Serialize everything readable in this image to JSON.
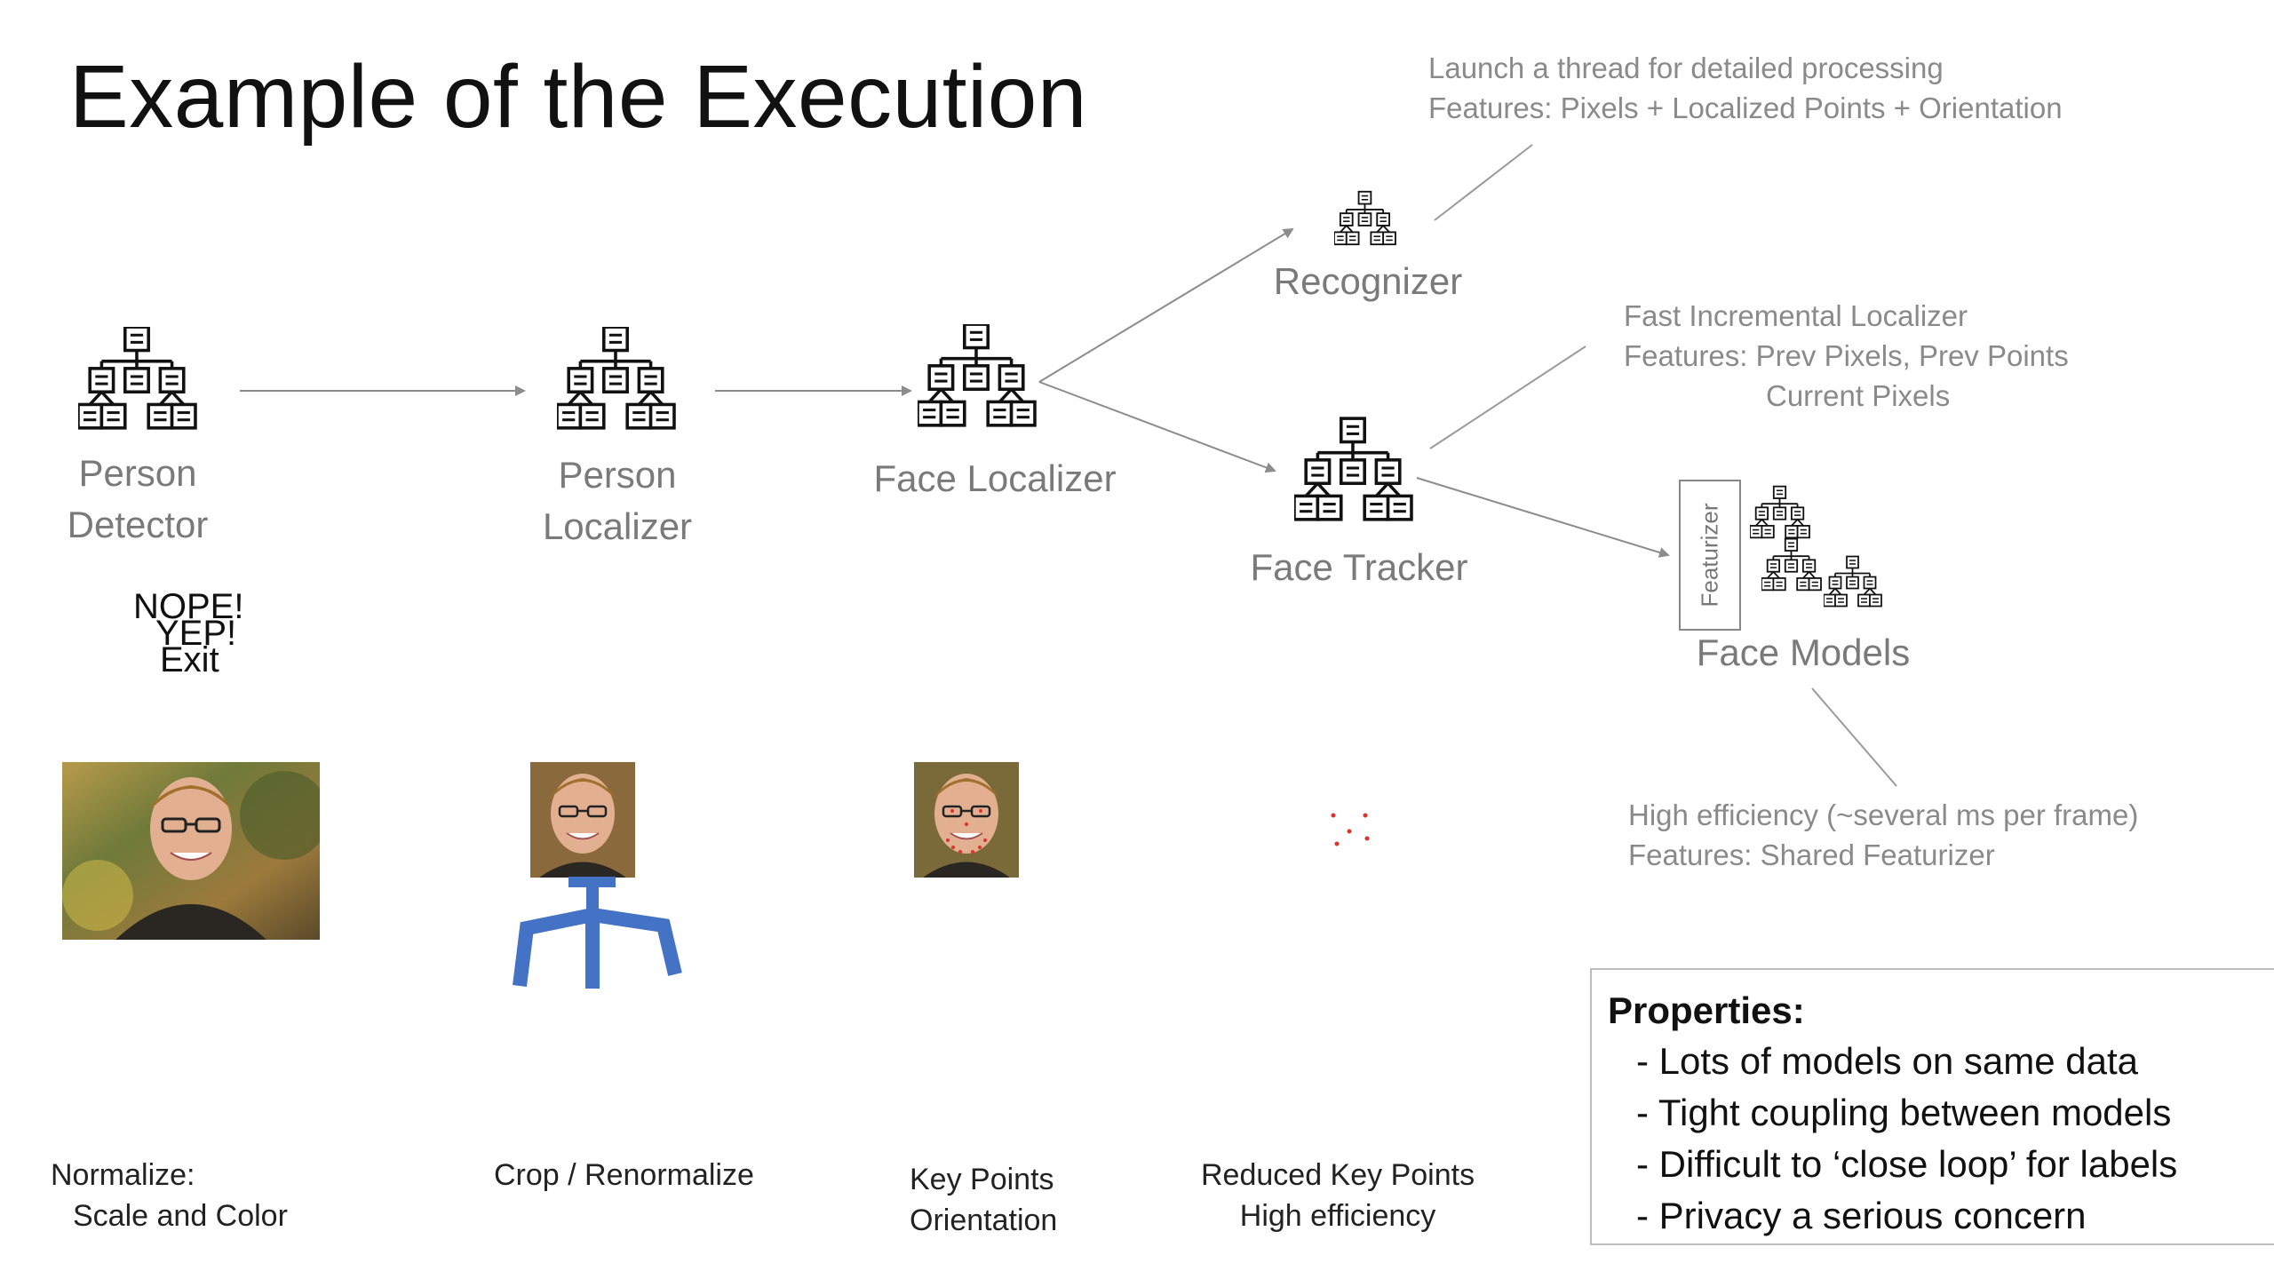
{
  "title": "Example of the Execution",
  "nodes": {
    "person_detector": [
      "Person",
      "Detector"
    ],
    "person_localizer": [
      "Person",
      "Localizer"
    ],
    "face_localizer": "Face Localizer",
    "recognizer": "Recognizer",
    "face_tracker": "Face Tracker",
    "face_models": "Face Models",
    "featurizer": "Featurizer"
  },
  "decision_text": [
    "NOPE!",
    "YEP!",
    "Exit"
  ],
  "notes": {
    "recognizer": [
      "Launch a thread for detailed processing",
      "Features: Pixels + Localized Points + Orientation"
    ],
    "tracker": [
      "Fast Incremental Localizer",
      "Features: Prev Pixels, Prev Points",
      "Current Pixels"
    ],
    "models": [
      "High efficiency (~several ms per frame)",
      "Features: Shared Featurizer"
    ]
  },
  "captions": {
    "normalize": [
      "Normalize:",
      "Scale and Color"
    ],
    "crop": "Crop / Renormalize",
    "keypoints": [
      "Key Points",
      "Orientation"
    ],
    "reduced": [
      "Reduced Key Points",
      "High efficiency"
    ]
  },
  "properties": {
    "title": "Properties:",
    "items": [
      "- Lots of models on same data",
      "- Tight coupling between models",
      "- Difficult to ‘close loop’ for labels",
      "- Privacy a serious concern"
    ]
  },
  "icons": {
    "model": "hierarchy-tree-icon",
    "person_photo": "person-photo",
    "skeleton": "pose-skeleton-icon"
  },
  "colors": {
    "arrow": "#8c8c8c",
    "label_gray": "#7a7a7a",
    "skeleton_blue": "#4472c4",
    "keypoint_red": "#e03030"
  }
}
